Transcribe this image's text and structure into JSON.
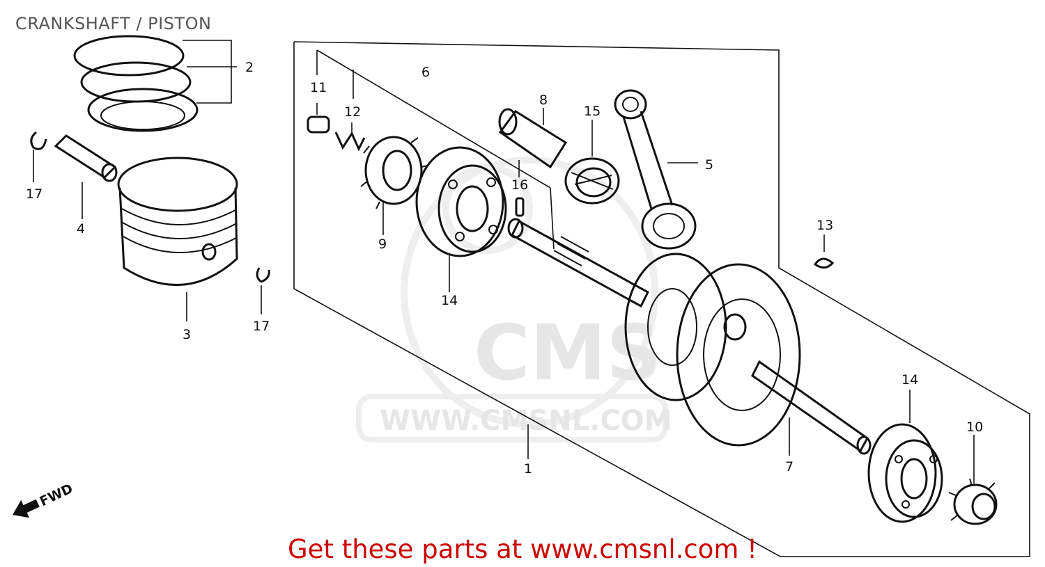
{
  "page": {
    "title": "CRANKSHAFT / PISTON",
    "promo": "Get these parts at www.cmsnl.com !"
  },
  "watermark": {
    "brand": "CMS",
    "url": "WWW.CMSNL.COM"
  },
  "direction": "FWD",
  "callouts": [
    {
      "id": "c1",
      "label": "1"
    },
    {
      "id": "c2",
      "label": "2"
    },
    {
      "id": "c3",
      "label": "3"
    },
    {
      "id": "c4",
      "label": "4"
    },
    {
      "id": "c5",
      "label": "5"
    },
    {
      "id": "c6",
      "label": "6"
    },
    {
      "id": "c7",
      "label": "7"
    },
    {
      "id": "c8",
      "label": "8"
    },
    {
      "id": "c9",
      "label": "9"
    },
    {
      "id": "c10",
      "label": "10"
    },
    {
      "id": "c11",
      "label": "11"
    },
    {
      "id": "c12",
      "label": "12"
    },
    {
      "id": "c13",
      "label": "13"
    },
    {
      "id": "c14a",
      "label": "14"
    },
    {
      "id": "c14b",
      "label": "14"
    },
    {
      "id": "c15",
      "label": "15"
    },
    {
      "id": "c16",
      "label": "16"
    },
    {
      "id": "c17a",
      "label": "17"
    },
    {
      "id": "c17b",
      "label": "17"
    }
  ],
  "colors": {
    "line": "#111111",
    "title": "#555555",
    "promo": "#cc0000",
    "watermark": "#e6e6e6"
  }
}
